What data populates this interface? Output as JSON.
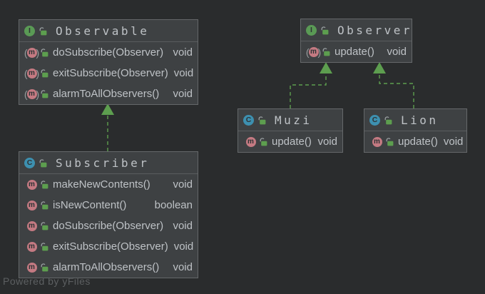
{
  "watermark": "Powered by yFiles",
  "colors": {
    "background": "#2a2c2d",
    "node-fill": "#3e4143",
    "node-border": "#65686a",
    "divider": "#5a5d5f",
    "text": "#bec2c6",
    "green": "#5d9e4f",
    "interface-circle": "#5a9a55",
    "class-circle": "#3d90b0",
    "method-circle": "#c47a82",
    "circle-letter": "#2e3335",
    "paren": "#999d9f",
    "shackle": "#9aa0a2",
    "watermark": "#5c5f61"
  },
  "nodes": [
    {
      "id": "observable",
      "kind": "interface",
      "icon_letter": "I",
      "title": "Observable",
      "methods": [
        {
          "name": "doSubscribe(Observer)",
          "type": "void",
          "abstract": true
        },
        {
          "name": "exitSubscribe(Observer)",
          "type": "void",
          "abstract": true
        },
        {
          "name": "alarmToAllObservers()",
          "type": "void",
          "abstract": true
        }
      ]
    },
    {
      "id": "subscriber",
      "kind": "class",
      "icon_letter": "C",
      "title": "Subscriber",
      "methods": [
        {
          "name": "makeNewContents()",
          "type": "void",
          "abstract": false
        },
        {
          "name": "isNewContent()",
          "type": "boolean",
          "abstract": false
        },
        {
          "name": "doSubscribe(Observer)",
          "type": "void",
          "abstract": false
        },
        {
          "name": "exitSubscribe(Observer)",
          "type": "void",
          "abstract": false
        },
        {
          "name": "alarmToAllObservers()",
          "type": "void",
          "abstract": false
        }
      ]
    },
    {
      "id": "observer",
      "kind": "interface",
      "icon_letter": "I",
      "title": "Observer",
      "methods": [
        {
          "name": "update()",
          "type": "void",
          "abstract": true
        }
      ]
    },
    {
      "id": "muzi",
      "kind": "class",
      "icon_letter": "C",
      "title": "Muzi",
      "methods": [
        {
          "name": "update()",
          "type": "void",
          "abstract": false
        }
      ]
    },
    {
      "id": "lion",
      "kind": "class",
      "icon_letter": "C",
      "title": "Lion",
      "methods": [
        {
          "name": "update()",
          "type": "void",
          "abstract": false
        }
      ]
    }
  ],
  "edges": [
    {
      "from": "Subscriber",
      "to": "Observable",
      "type": "implements"
    },
    {
      "from": "Muzi",
      "to": "Observer",
      "type": "implements"
    },
    {
      "from": "Lion",
      "to": "Observer",
      "type": "implements"
    }
  ]
}
